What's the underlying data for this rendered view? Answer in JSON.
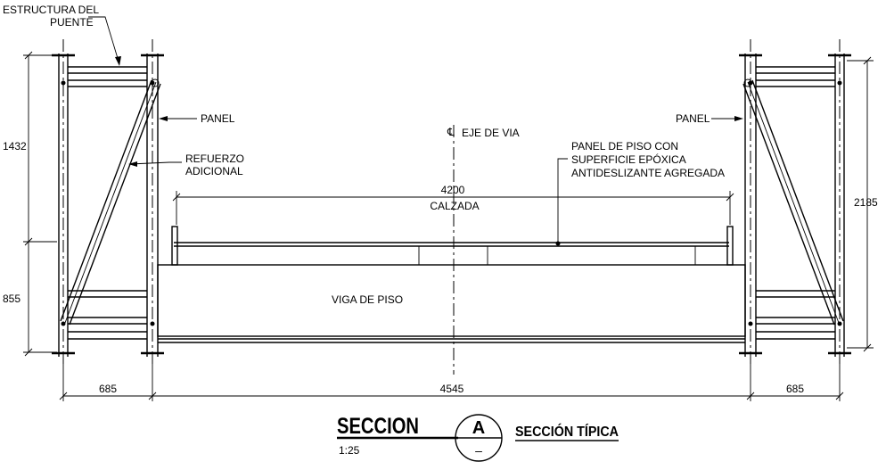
{
  "labels": {
    "estructura_line1": "ESTRUCTURA DEL",
    "estructura_line2": "PUENTE",
    "panel": "PANEL",
    "refuerzo_line1": "REFUERZO",
    "refuerzo_line2": "ADICIONAL",
    "eje_symbol": "℄",
    "eje": "EJE DE VIA",
    "panel_piso_line1": "PANEL DE PISO CON",
    "panel_piso_line2": "SUPERFICIE EPÓXICA",
    "panel_piso_line3": "ANTIDESLIZANTE AGREGADA",
    "calzada": "CALZADA",
    "viga": "VIGA DE PISO"
  },
  "dimensions": {
    "calzada_width": "4200",
    "left_upper": "1432",
    "left_lower": "855",
    "right_height": "2185",
    "left_bay": "685",
    "center_span": "4545",
    "right_bay": "685"
  },
  "title_block": {
    "title": "SECCION",
    "scale": "1:25",
    "marker_letter": "A",
    "marker_sheet": "–",
    "subtitle": "SECCIÓN TÍPICA"
  },
  "colors": {
    "ink": "#000000",
    "paper": "#ffffff"
  }
}
